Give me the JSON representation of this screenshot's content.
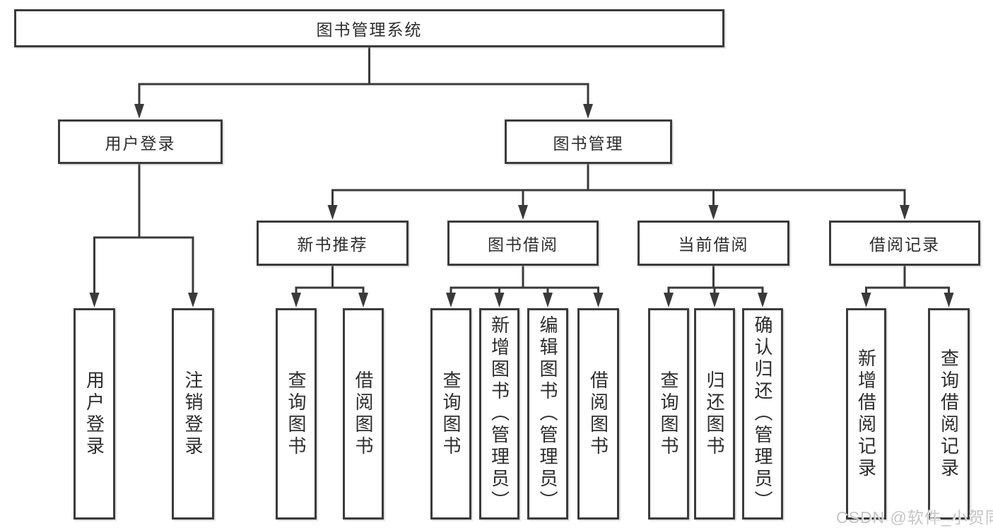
{
  "diagram": {
    "root": {
      "label": "图书管理系统"
    },
    "level2": [
      {
        "label": "用户登录"
      },
      {
        "label": "图书管理"
      }
    ],
    "level3": [
      {
        "label": "新书推荐"
      },
      {
        "label": "图书借阅"
      },
      {
        "label": "当前借阅"
      },
      {
        "label": "借阅记录"
      }
    ],
    "leaves": {
      "user_login": [
        {
          "label": "用户登录"
        },
        {
          "label": "注销登录"
        }
      ],
      "new_book": [
        {
          "label": "查询图书"
        },
        {
          "label": "借阅图书"
        }
      ],
      "book_borrow": [
        {
          "label": "查询图书"
        },
        {
          "label": "新增图书（管理员）"
        },
        {
          "label": "编辑图书（管理员）"
        },
        {
          "label": "借阅图书"
        }
      ],
      "current_borrow": [
        {
          "label": "查询图书"
        },
        {
          "label": "归还图书"
        },
        {
          "label": "确认归还（管理员）"
        }
      ],
      "borrow_record": [
        {
          "label": "新增借阅记录"
        },
        {
          "label": "查询借阅记录"
        }
      ]
    },
    "colors": {
      "box_border": "#3b3b3b",
      "connector_line": "#3a3a3a",
      "text": "#2d2d2d",
      "background": "#ffffff",
      "watermark": "#c5c5c5"
    }
  },
  "watermark": {
    "text": "CSDN @软件_小贺同学"
  }
}
